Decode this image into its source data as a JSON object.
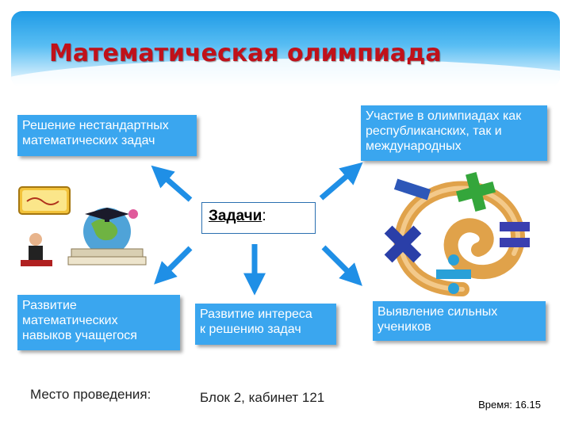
{
  "title": "Математическая олимпиада",
  "center": {
    "label": "Задачи",
    "colon": ":"
  },
  "boxes": {
    "top_left": {
      "line1": "Решение  нестандартных",
      "line2": "математических задач"
    },
    "top_right": {
      "line1": "Участие в олимпиадах как",
      "line2": "республиканских, так и",
      "line3": "международных"
    },
    "bottom_left": {
      "line1": "Развитие",
      "line2": "математических",
      "line3": "навыков учащегося"
    },
    "bottom_center": {
      "line1": "Развитие интереса",
      "line2": "к решению задач"
    },
    "bottom_right": {
      "line1": "Выявление сильных",
      "line2": "учеников"
    }
  },
  "footer": {
    "place_label": "Место проведения:",
    "place_value": "Блок 2, кабинет 121",
    "time": "Время: 16.15"
  },
  "colors": {
    "box_blue": "#3aa6ef",
    "title_red": "#c0111a",
    "arrow_blue": "#1f8fe6"
  },
  "icons": {
    "olympiad_illustration": "globe-books-graduation-cap",
    "math_symbols_illustration": "spiral-with-plus-minus-times-equals-divide"
  }
}
